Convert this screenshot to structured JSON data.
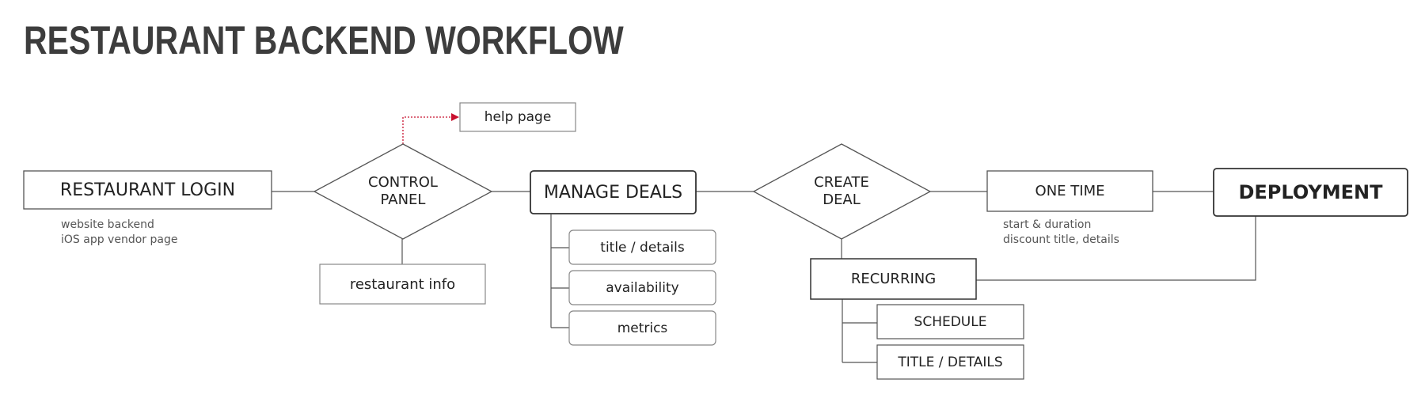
{
  "title": "RESTAURANT BACKEND WORKFLOW",
  "nodes": {
    "restaurant_login": "RESTAURANT LOGIN",
    "control_panel": [
      "CONTROL",
      "PANEL"
    ],
    "help_page": "help page",
    "restaurant_info": "restaurant info",
    "manage_deals": "MANAGE DEALS",
    "title_details_lower": "title / details",
    "availability": "availability",
    "metrics": "metrics",
    "create_deal": [
      "CREATE",
      "DEAL"
    ],
    "one_time": "ONE TIME",
    "recurring": "RECURRING",
    "schedule": "SCHEDULE",
    "title_details_upper": "TITLE / DETAILS",
    "deployment": "DEPLOYMENT"
  },
  "notes": {
    "login": [
      "website backend",
      "iOS app vendor page"
    ],
    "one_time": [
      "start & duration",
      "discount title, details"
    ]
  },
  "colors": {
    "line": "#555555",
    "box_border": "#888888",
    "bold_border": "#333333",
    "help_link": "#c8102e",
    "title": "#3d3d3d"
  }
}
